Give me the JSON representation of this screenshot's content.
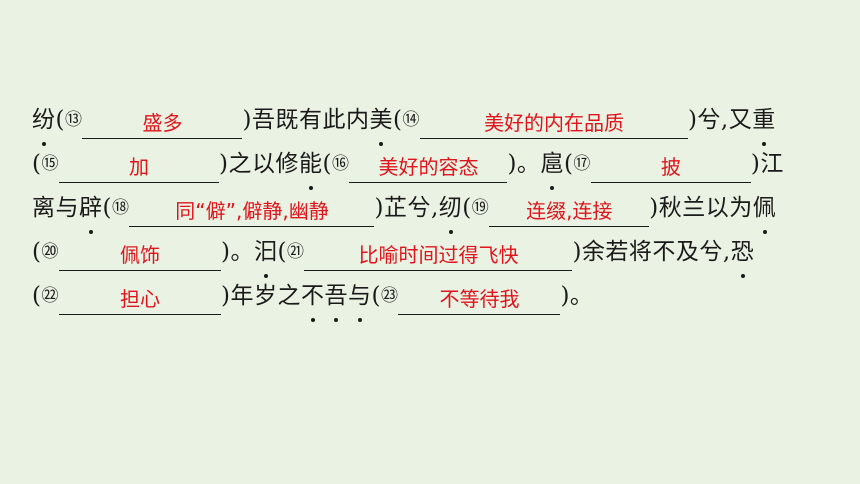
{
  "passage": {
    "line1": {
      "a": "纷(",
      "num13": "⑬",
      "ans13": "盛多",
      "b": ")吾既有此内",
      "c": "美",
      "d": "(",
      "num14": "⑭",
      "ans14": "美好的内在品质",
      "e": ")兮,又",
      "f": "重"
    },
    "line2": {
      "a": "(",
      "num15": "⑮",
      "ans15": "加",
      "b": ")之以修",
      "c": "能",
      "d": "(",
      "num16": "⑯",
      "ans16": "美好的容态",
      "e": ")。",
      "f": "扈",
      "g": "(",
      "num17": "⑰",
      "ans17": "披",
      "h": ")江"
    },
    "line3": {
      "a": "离与",
      "b": "辟",
      "c": "(",
      "num18": "⑱",
      "ans18": "同“僻”,僻静,幽静",
      "d": ")芷兮,",
      "e": "纫",
      "f": "(",
      "num19": "⑲",
      "ans19": "连缀,连接",
      "g": ")秋兰以为",
      "h": "佩"
    },
    "line4": {
      "a": "(",
      "num20": "⑳",
      "ans20": "佩饰",
      "b": ")。",
      "c": "汩",
      "d": "(",
      "num21": "㉑",
      "ans21": "比喻时间过得飞快",
      "e": ")余若将不及兮,",
      "f": "恐"
    },
    "line5": {
      "a": "(",
      "num22": "㉒",
      "ans22": "担心",
      "b": ")年岁之",
      "c": "不吾与",
      "d": "(",
      "num23": "㉓",
      "ans23": "不等待我",
      "e": ")。"
    }
  },
  "colors": {
    "background": "#eaf2e3",
    "text": "#1a1a1a",
    "answer": "#e0141c"
  }
}
